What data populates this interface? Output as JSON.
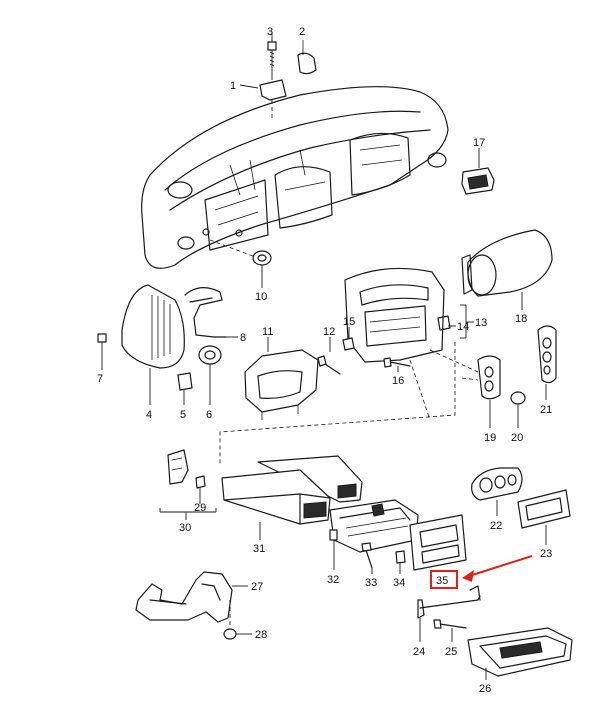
{
  "callouts": [
    {
      "id": "1",
      "text": "1"
    },
    {
      "id": "2",
      "text": "2"
    },
    {
      "id": "3",
      "text": "3"
    },
    {
      "id": "4",
      "text": "4"
    },
    {
      "id": "5",
      "text": "5"
    },
    {
      "id": "6",
      "text": "6"
    },
    {
      "id": "7",
      "text": "7"
    },
    {
      "id": "8",
      "text": "8"
    },
    {
      "id": "10",
      "text": "10"
    },
    {
      "id": "11",
      "text": "11"
    },
    {
      "id": "12",
      "text": "12"
    },
    {
      "id": "13",
      "text": "13"
    },
    {
      "id": "14",
      "text": "14"
    },
    {
      "id": "15",
      "text": "15"
    },
    {
      "id": "16",
      "text": "16"
    },
    {
      "id": "17",
      "text": "17"
    },
    {
      "id": "18",
      "text": "18"
    },
    {
      "id": "19",
      "text": "19"
    },
    {
      "id": "20",
      "text": "20"
    },
    {
      "id": "21",
      "text": "21"
    },
    {
      "id": "22",
      "text": "22"
    },
    {
      "id": "23",
      "text": "23"
    },
    {
      "id": "24",
      "text": "24"
    },
    {
      "id": "25",
      "text": "25"
    },
    {
      "id": "26",
      "text": "26"
    },
    {
      "id": "27",
      "text": "27"
    },
    {
      "id": "28",
      "text": "28"
    },
    {
      "id": "29",
      "text": "29"
    },
    {
      "id": "30",
      "text": "30"
    },
    {
      "id": "31",
      "text": "31"
    },
    {
      "id": "32",
      "text": "32"
    },
    {
      "id": "33",
      "text": "33"
    },
    {
      "id": "34",
      "text": "34"
    },
    {
      "id": "35",
      "text": "35"
    }
  ],
  "highlight": {
    "callout": "35",
    "color": "#e0201c"
  }
}
